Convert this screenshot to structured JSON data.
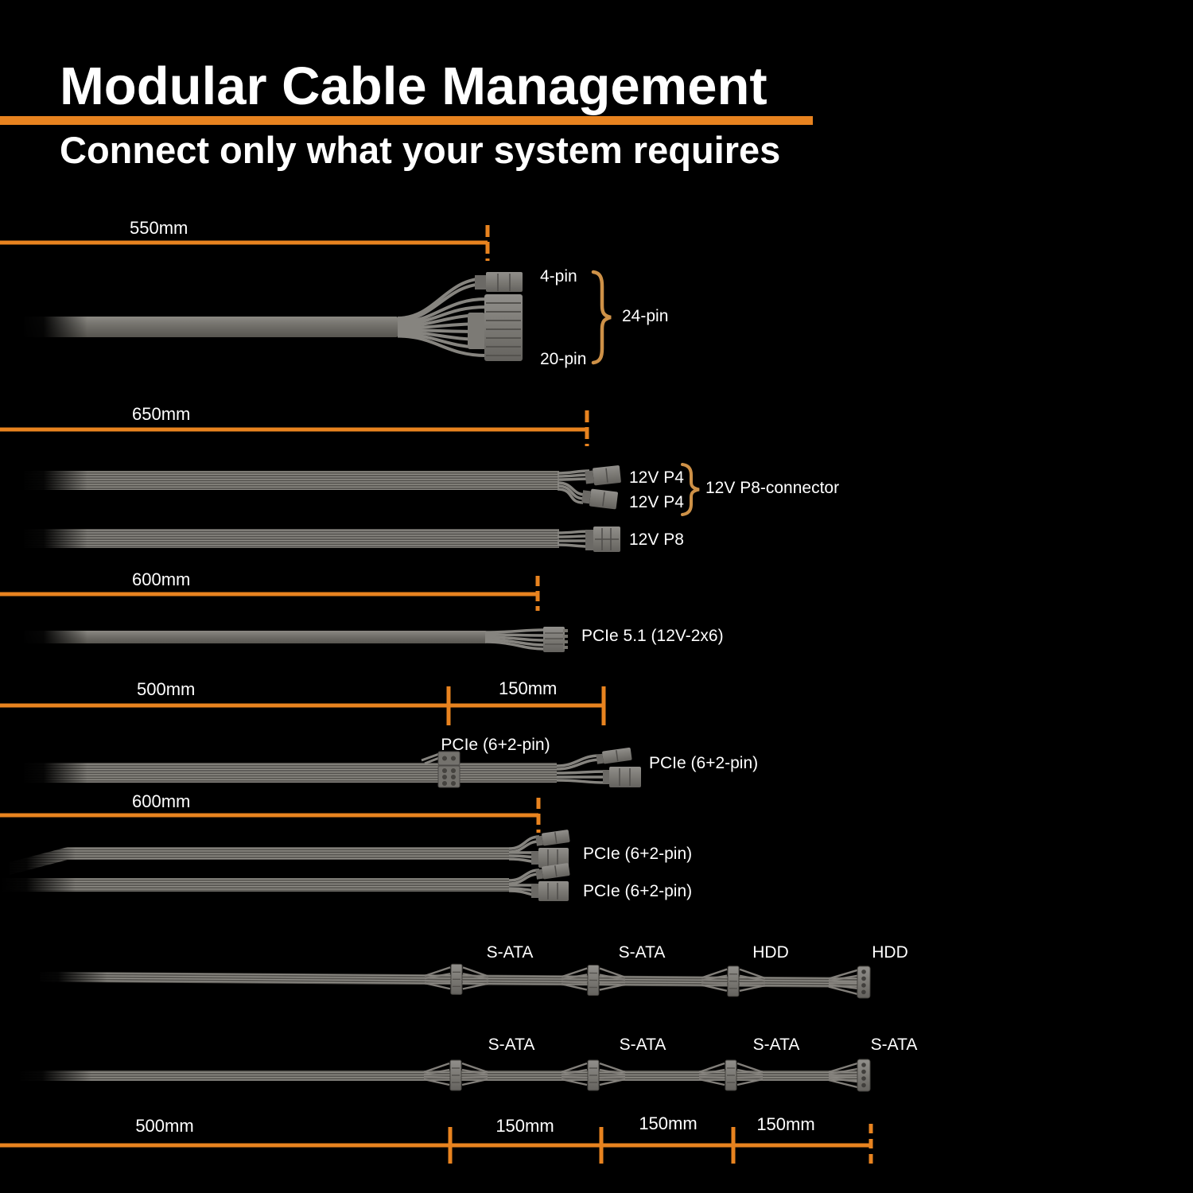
{
  "header": {
    "title": "Modular Cable Management",
    "subtitle": "Connect only what your system requires"
  },
  "colors": {
    "accent_orange": "#E8831F",
    "brace_orange": "#CE9147",
    "cable_gray": "#716F6A",
    "text_white": "#FFFFFF",
    "background": "#000000"
  },
  "cables": {
    "atx": {
      "length": "550mm",
      "pin4": "4-pin",
      "pin20": "20-pin",
      "pin24": "24-pin"
    },
    "cpu": {
      "length": "650mm",
      "p4a": "12V P4",
      "p4b": "12V P4",
      "p8_group": "12V P8-connector",
      "p8": "12V P8"
    },
    "pcie51": {
      "length": "600mm",
      "connector": "PCIe 5.1 (12V-2x6)"
    },
    "pcie_daisy": {
      "length_main": "500mm",
      "length_ext": "150mm",
      "mid_connector": "PCIe (6+2-pin)",
      "end_connector": "PCIe (6+2-pin)"
    },
    "pcie_dual": {
      "length": "600mm",
      "top_connector": "PCIe (6+2-pin)",
      "bottom_connector": "PCIe (6+2-pin)"
    },
    "peripheral_mixed": {
      "labels": [
        "S-ATA",
        "S-ATA",
        "HDD",
        "HDD"
      ]
    },
    "peripheral_sata": {
      "labels": [
        "S-ATA",
        "S-ATA",
        "S-ATA",
        "S-ATA"
      ]
    },
    "bottom_scale": {
      "segments": [
        "500mm",
        "150mm",
        "150mm",
        "150mm"
      ]
    }
  }
}
